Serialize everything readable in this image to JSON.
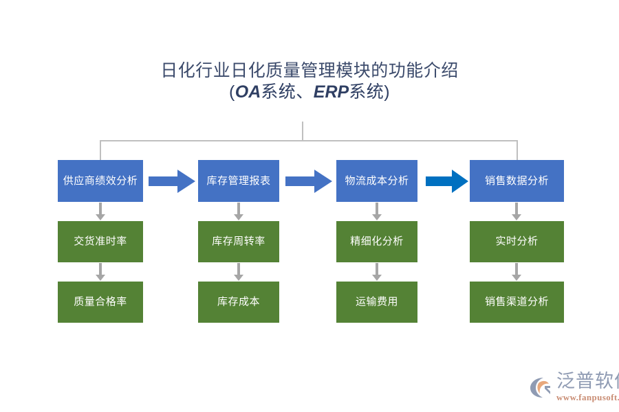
{
  "title": {
    "line1": "日化行业日化质量管理模块的功能介绍",
    "line2_open": "(",
    "line2_latin1": "OA",
    "line2_cn1": "系统、",
    "line2_latin2": "ERP",
    "line2_cn2": "系统",
    "line2_close": ")",
    "color": "#3b4a6b"
  },
  "colors": {
    "header_blue": "#4472C4",
    "node_green": "#548235",
    "arrow_blue": "#4472C4",
    "arrow_blue_dark": "#0070C0",
    "connector_gray": "#bfbfbf",
    "down_arrow_gray": "#a6a6a6"
  },
  "columns": [
    {
      "header": "供应商绩效分析",
      "items": [
        "交货准时率",
        "质量合格率"
      ]
    },
    {
      "header": "库存管理报表",
      "items": [
        "库存周转率",
        "库存成本"
      ]
    },
    {
      "header": "物流成本分析",
      "items": [
        "精细化分析",
        "运输费用"
      ]
    },
    {
      "header": "销售数据分析",
      "items": [
        "实时分析",
        "销售渠道分析"
      ]
    }
  ],
  "flow_arrows": [
    {
      "from": "供应商绩效分析",
      "to": "库存管理报表",
      "color": "#4472C4"
    },
    {
      "from": "库存管理报表",
      "to": "物流成本分析",
      "color": "#4472C4"
    },
    {
      "from": "物流成本分析",
      "to": "销售数据分析",
      "color": "#0070C0"
    }
  ],
  "logo": {
    "name": "泛普软件",
    "url": "www.fanpusoft.com"
  }
}
